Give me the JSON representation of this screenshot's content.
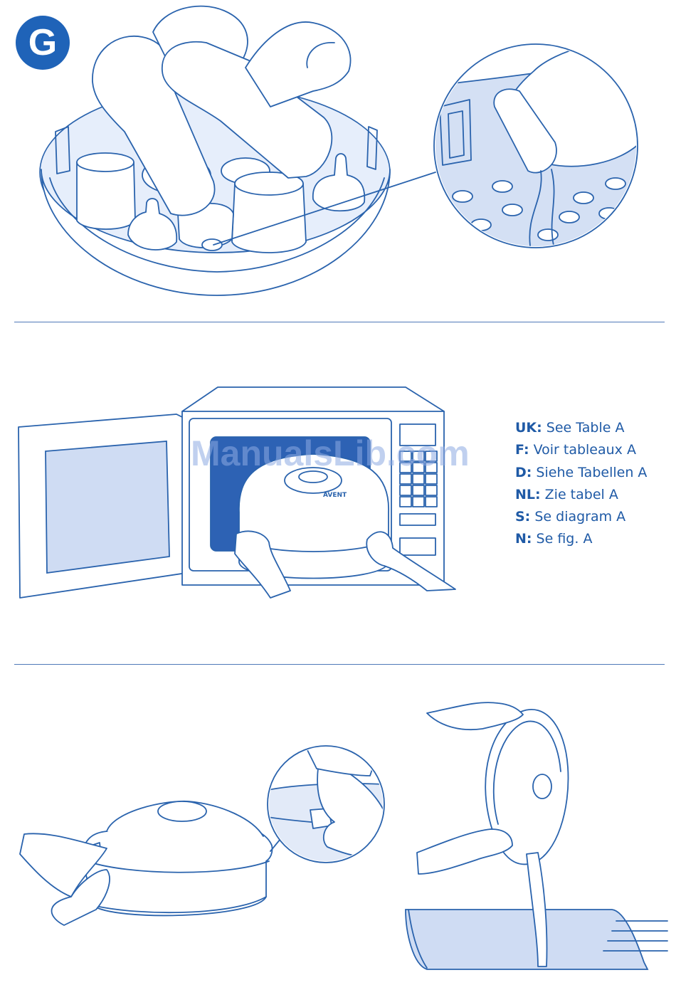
{
  "step": {
    "letter": "G"
  },
  "instructions": [
    {
      "code": "UK:",
      "text": "See Table A"
    },
    {
      "code": "F:",
      "text": "Voir tableaux A"
    },
    {
      "code": "D:",
      "text": "Siehe Tabellen A"
    },
    {
      "code": "NL:",
      "text": "Zie tabel A"
    },
    {
      "code": "S:",
      "text": "Se diagram A"
    },
    {
      "code": "N:",
      "text": "Se fig. A"
    }
  ],
  "watermark": {
    "text": "ManualsLib.com"
  },
  "steriliser_label": {
    "brand": "AVENT"
  },
  "colors": {
    "accent": "#1f63b8",
    "line": "#2a63ad",
    "tint": "#cfdcf3",
    "background": "#ffffff"
  }
}
